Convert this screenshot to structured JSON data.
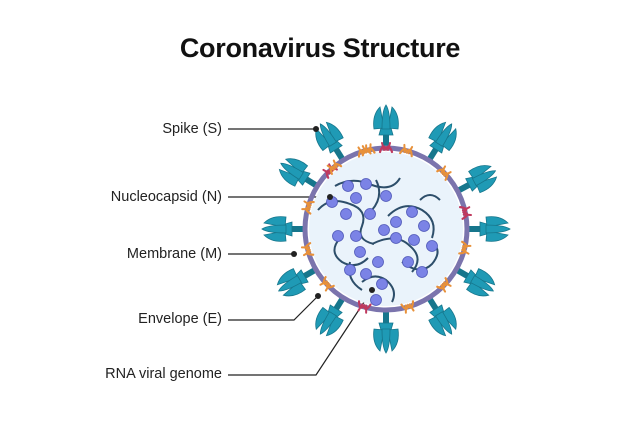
{
  "title": "Coronavirus Structure",
  "labels": {
    "spike": "Spike (S)",
    "nucleocapsid": "Nucleocapsid (N)",
    "membrane": "Membrane (M)",
    "envelope": "Envelope (E)",
    "rna": "RNA viral genome"
  },
  "colors": {
    "spike": "#1f9ab5",
    "spike_dark": "#16768c",
    "envelope_ring": "#7b74ad",
    "membrane_protein": "#e8913a",
    "envelope_protein": "#c0395e",
    "interior": "#eaf3fb",
    "nucleocapsid": "#7b83e6",
    "rna": "#2d4e6a",
    "leader": "#222222"
  }
}
